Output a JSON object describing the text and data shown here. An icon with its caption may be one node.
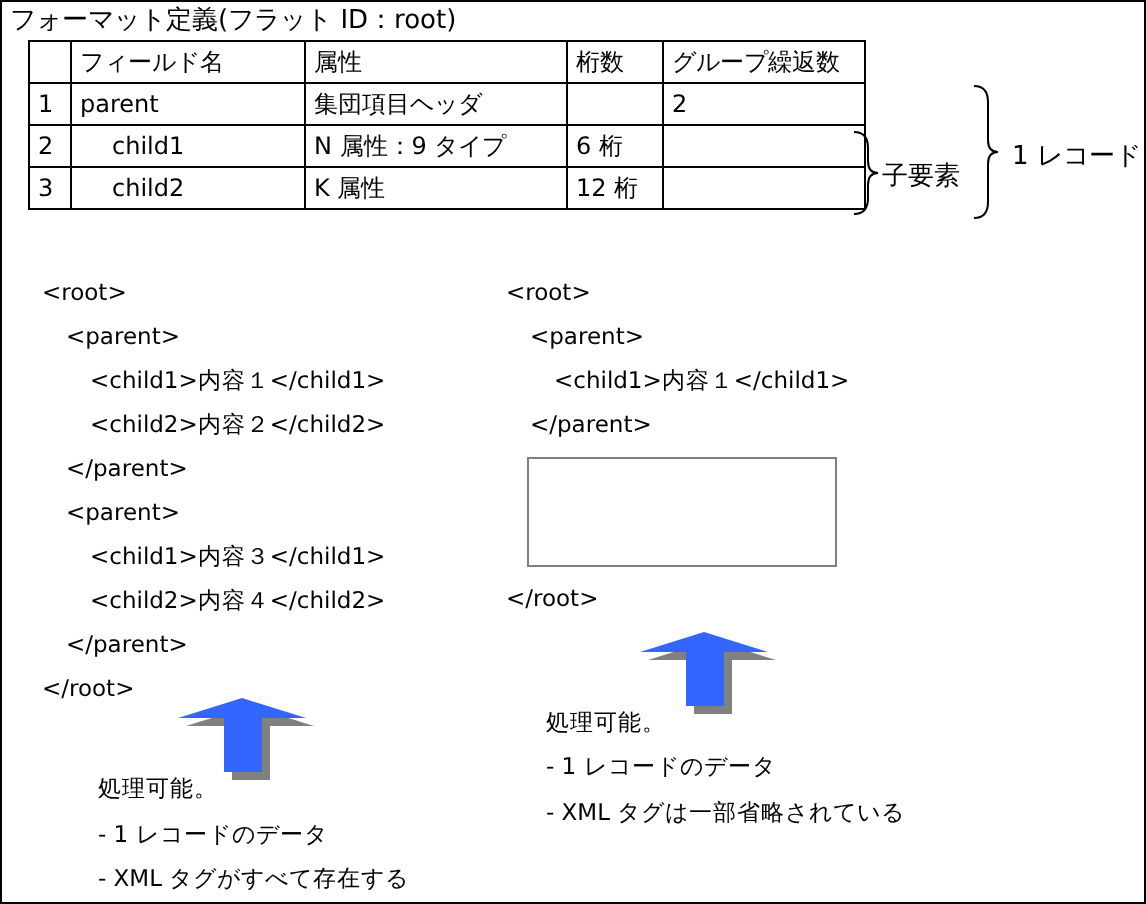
{
  "diagram": {
    "title": "フォーマット定義(フラット ID：root)",
    "labels": [
      "フィールド名",
      "属性",
      "桁数",
      "グループ繰返数",
      "1",
      "parent",
      "集団項目ヘッダ",
      "2",
      "2",
      "child1",
      "N 属性：9 タイプ",
      "6 桁",
      "3",
      "child2",
      "K 属性",
      "12 桁",
      "子要素",
      "1 レコード",
      "<root>",
      "<parent>",
      "<child1>内容１</child1>",
      "<child2>内容２</child2>",
      "</parent>",
      "<parent>",
      "<child1>内容３</child1>",
      "<child2>内容４</child2>",
      "</parent>",
      "</root>",
      "<root>",
      "<parent>",
      "<child1>内容１</child1>",
      "</parent>",
      "</root>",
      "処理可能。",
      "- 1 レコードのデータ",
      "- XML タグがすべて存在する",
      "処理可能。",
      "- 1 レコードのデータ",
      "- XML タグは一部省略されている"
    ]
  }
}
